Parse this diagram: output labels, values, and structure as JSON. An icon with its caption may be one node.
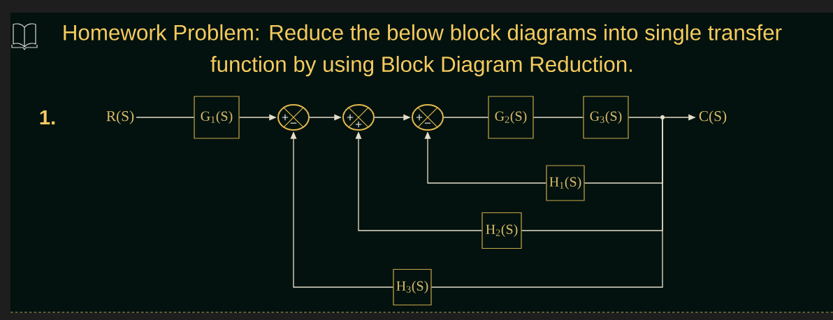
{
  "diagram": {
    "title": "Homework Problem: Reduce the below block diagrams into single transfer function by using Block Diagram Reduction.",
    "nodes": [
      {
        "text": [
          "R(S)"
        ]
      },
      {
        "text": [
          "G$_{1}$(S)"
        ]
      },
      {
        "text": [
          "+",
          "−"
        ]
      },
      {
        "text": [
          "+",
          "+"
        ]
      },
      {
        "text": [
          "+",
          "−"
        ]
      },
      {
        "text": [
          "G$_{2}$(S)"
        ]
      },
      {
        "text": [
          "G$_{3}$(S)"
        ]
      },
      {
        "text": [],
        "shape": "circle"
      },
      {
        "text": [
          "C(S)"
        ]
      },
      {
        "text": [
          "H$_{1}$(S)"
        ]
      },
      {
        "text": [
          "H$_{2}$(S)"
        ]
      },
      {
        "text": [
          "H$_{3}$(S)"
        ]
      }
    ],
    "edges": [
      {
        "from": 0,
        "to": 1,
        "arrow": "none"
      },
      {
        "from": 1,
        "to": 2,
        "arrow": "to"
      },
      {
        "from": 2,
        "to": 3,
        "arrow": "to"
      },
      {
        "from": 3,
        "to": 4,
        "arrow": "to"
      },
      {
        "from": 4,
        "to": 5,
        "arrow": "none"
      },
      {
        "from": 5,
        "to": 6,
        "arrow": "none"
      },
      {
        "from": 6,
        "to": 7,
        "arrow": "none"
      },
      {
        "from": 7,
        "to": 8,
        "arrow": "to"
      },
      {
        "from": 7,
        "to": 9,
        "arrow": "none"
      },
      {
        "from": 7,
        "to": 10,
        "arrow": "none"
      },
      {
        "from": 7,
        "to": 11,
        "arrow": "none"
      },
      {
        "from": 9,
        "to": 4,
        "arrow": "to"
      },
      {
        "from": 10,
        "to": 3,
        "arrow": "to"
      },
      {
        "from": 11,
        "to": 2,
        "arrow": "to"
      }
    ],
    "labels": [
      "1."
    ]
  }
}
